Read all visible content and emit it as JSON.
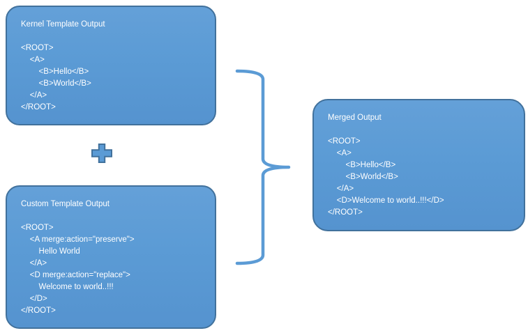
{
  "diagram": {
    "description": "XML template merge diagram",
    "boxes": {
      "kernel": {
        "title": "Kernel Template Output",
        "code": "<ROOT>\n    <A>\n        <B>Hello</B>\n        <B>World</B>\n    </A>\n</ROOT>"
      },
      "custom": {
        "title": "Custom Template Output",
        "code": "<ROOT>\n    <A merge:action=\"preserve\">\n        Hello World\n    </A>\n    <D merge:action=\"replace\">\n        Welcome to world..!!!\n    </D>\n</ROOT>"
      },
      "merged": {
        "title": "Merged Output",
        "code": "<ROOT>\n    <A>\n        <B>Hello</B>\n        <B>World</B>\n    </A>\n    <D>Welcome to world..!!!</D>\n</ROOT>"
      }
    },
    "icons": {
      "plus": "plus-icon",
      "brace": "right-curly-brace-icon"
    },
    "colors": {
      "box_fill": "#5b9bd5",
      "box_border": "#41719c",
      "brace_stroke": "#5b9bd5",
      "text": "#ffffff",
      "background": "#ffffff"
    }
  }
}
